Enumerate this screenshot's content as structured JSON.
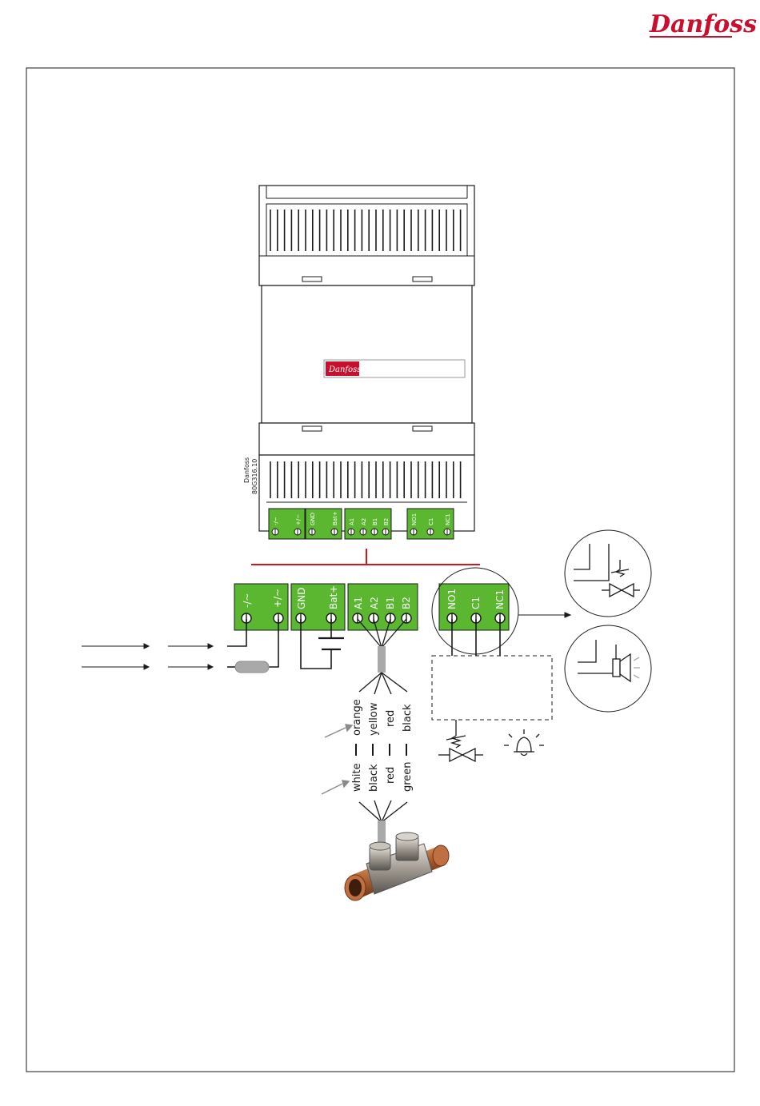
{
  "brand": {
    "name": "Danfoss",
    "color": "#c8102e"
  },
  "module": {
    "side_text_1": "Danfoss",
    "side_text_2": "80G316.10",
    "small_terminals": [
      "-/~",
      "+/~",
      "GND",
      "Bat+",
      "A1",
      "A2",
      "B1",
      "B2",
      "NO1",
      "C1",
      "NC1"
    ]
  },
  "terminals": {
    "power": [
      "-/~",
      "+/~"
    ],
    "battery": [
      "GND",
      "Bat+"
    ],
    "motor": [
      "A1",
      "A2",
      "B1",
      "B2"
    ],
    "relay": [
      "NO1",
      "C1",
      "NC1"
    ]
  },
  "wires": {
    "set1": [
      "orange",
      "yellow",
      "red",
      "black"
    ],
    "set2": [
      "white",
      "black",
      "red",
      "green"
    ]
  },
  "colors": {
    "terminal_green": "#5bb630",
    "bus_red": "#d7141a",
    "cable_gray": "#a9a9a9",
    "outline": "#1a1a1a"
  },
  "icons": [
    "valve-icon",
    "alarm-bell-icon",
    "relay-valve-symbol-icon",
    "relay-horn-symbol-icon",
    "stepper-valve-image"
  ]
}
